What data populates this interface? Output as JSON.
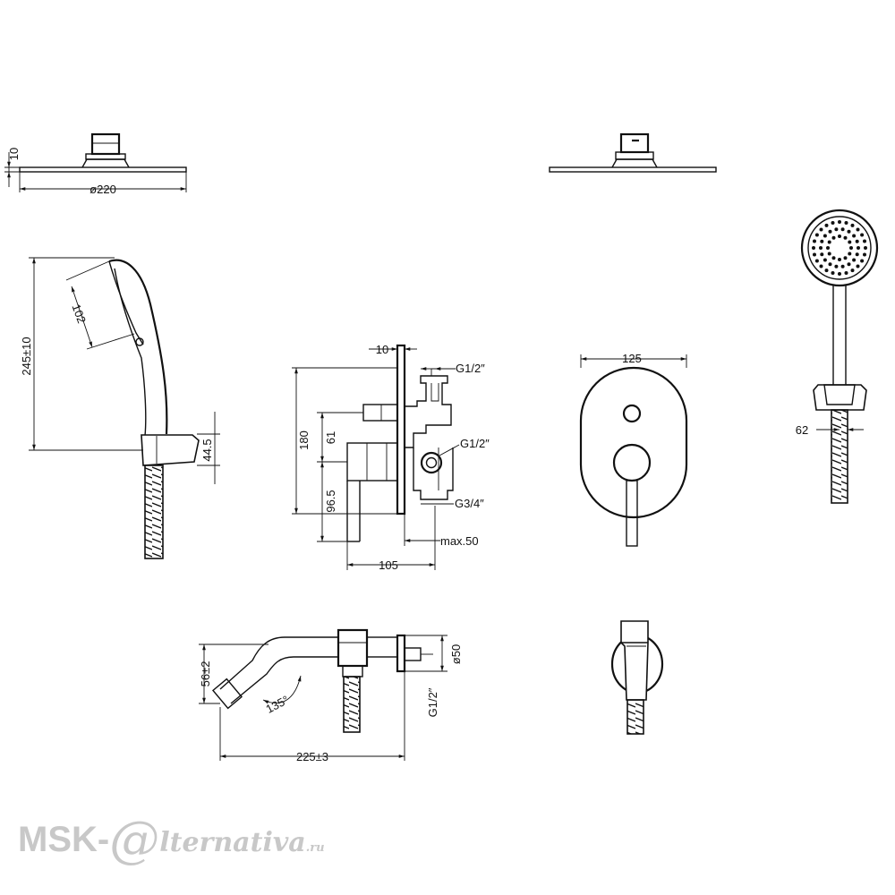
{
  "dimensions": {
    "head_thickness": "10",
    "head_diameter": "ø220",
    "hand_shower_length": "245±10",
    "hand_head_size": "102",
    "holder_height": "44.5",
    "plate_thickness": "10",
    "height_180": "180",
    "upper_outlet": "61",
    "lower_outlet": "96.5",
    "mixer_depth": "105",
    "max_depth": "max.50",
    "thread_top": "G1/2″",
    "thread_mid": "G1/2″",
    "thread_inlet": "G3/4″",
    "plate_width": "125",
    "handset_width": "62",
    "arm_drop": "56±2",
    "arm_angle": "135°",
    "arm_length": "225±3",
    "flange_diameter": "ø50",
    "arm_thread": "G1/2″"
  },
  "watermark": {
    "brand": "MSK-",
    "at": "@",
    "rest": "lternativa",
    "domain": ".ru"
  }
}
